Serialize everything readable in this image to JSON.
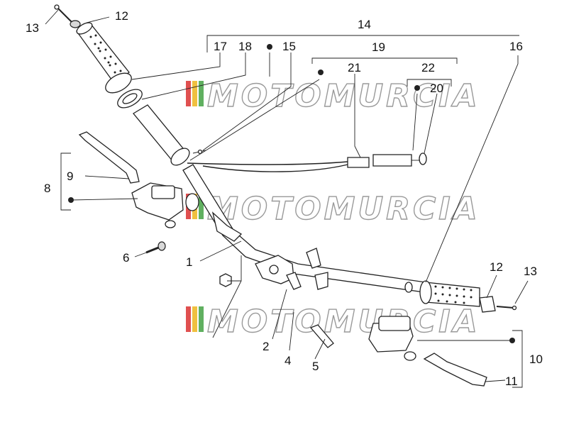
{
  "watermark": {
    "text": "MOTOMURCIA",
    "stripe_colors": [
      "#e05050",
      "#f0c040",
      "#60b060"
    ]
  },
  "labels": {
    "l1": "1",
    "l2": "2",
    "l4": "4",
    "l5": "5",
    "l6": "6",
    "l8": "8",
    "l9": "9",
    "l10": "10",
    "l11": "11",
    "l12a": "12",
    "l12b": "12",
    "l13a": "13",
    "l13b": "13",
    "l14": "14",
    "l15": "15",
    "l16": "16",
    "l17": "17",
    "l18": "18",
    "l19": "19",
    "l20": "20",
    "l21": "21",
    "l22": "22"
  }
}
